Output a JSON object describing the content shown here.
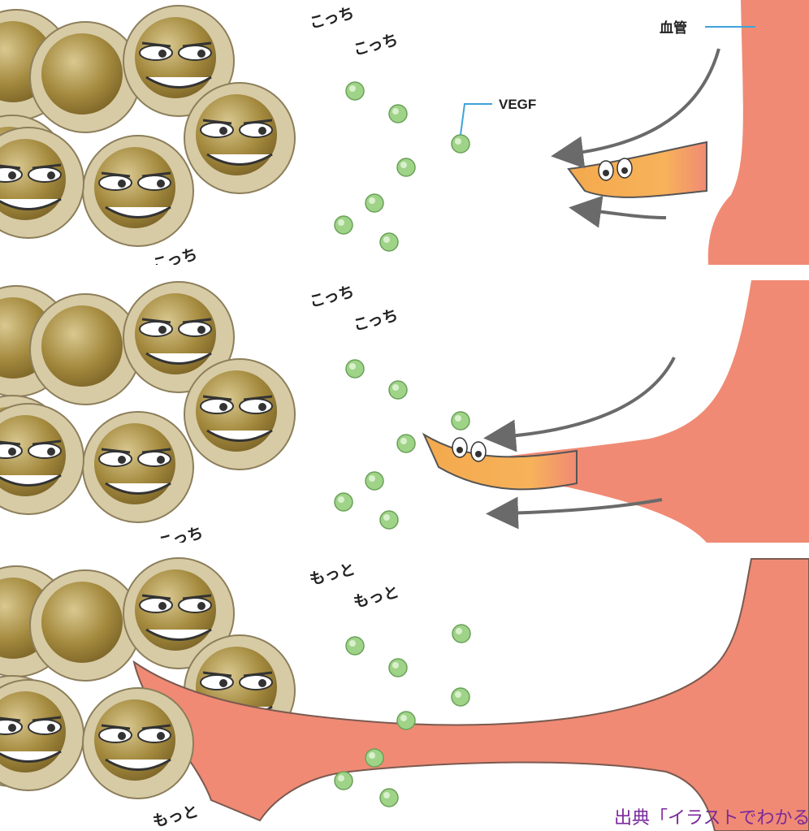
{
  "labels": {
    "vessel": "血管",
    "vegf": "VEGF"
  },
  "panels": [
    {
      "shout_top_1": "こっち",
      "shout_top_2": "こっち",
      "shout_bottom": "こっち"
    },
    {
      "shout_top_1": "こっち",
      "shout_top_2": "こっち",
      "shout_bottom": "こっち"
    },
    {
      "shout_top_1": "もっと",
      "shout_top_2": "もっと",
      "shout_bottom": "もっと"
    }
  ],
  "source_credit": "出典「イラストでわかる",
  "colors": {
    "vessel": "#f08a74",
    "sprout": "#f4b25c",
    "cell_outer": "#d7cba6",
    "cell_inner": "#a48a3e",
    "vegf_dot": "#9fd388",
    "arrow": "#6a6a6a"
  },
  "icons": [
    "tumor-cell-icon",
    "vegf-molecule-icon",
    "sprout-face-icon",
    "curved-arrow-icon"
  ]
}
